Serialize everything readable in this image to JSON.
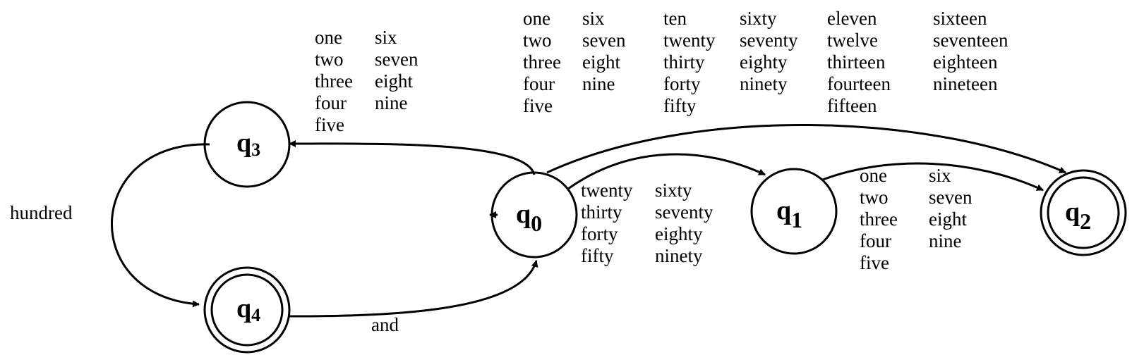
{
  "states": {
    "q0": {
      "name": "q",
      "sub": "0"
    },
    "q1": {
      "name": "q",
      "sub": "1"
    },
    "q2": {
      "name": "q",
      "sub": "2"
    },
    "q3": {
      "name": "q",
      "sub": "3"
    },
    "q4": {
      "name": "q",
      "sub": "4"
    }
  },
  "edges": {
    "q0_q3": {
      "col1": [
        "one",
        "two",
        "three",
        "four",
        "five"
      ],
      "col2": [
        "six",
        "seven",
        "eight",
        "nine"
      ]
    },
    "q3_q4": {
      "label": "hundred"
    },
    "q4_q0": {
      "label": "and"
    },
    "q0_q1": {
      "col1": [
        "twenty",
        "thirty",
        "forty",
        "fifty"
      ],
      "col2": [
        "sixty",
        "seventy",
        "eighty",
        "ninety"
      ]
    },
    "q0_q2": {
      "col1": [
        "one",
        "two",
        "three",
        "four",
        "five"
      ],
      "col2": [
        "six",
        "seven",
        "eight",
        "nine"
      ],
      "col3": [
        "ten",
        "twenty",
        "thirty",
        "forty",
        "fifty"
      ],
      "col4": [
        "sixty",
        "seventy",
        "eighty",
        "ninety"
      ],
      "col5": [
        "eleven",
        "twelve",
        "thirteen",
        "fourteen",
        "fifteen"
      ],
      "col6": [
        "sixteen",
        "seventeen",
        "eighteen",
        "nineteen"
      ]
    },
    "q1_q2": {
      "col1": [
        "one",
        "two",
        "three",
        "four",
        "five"
      ],
      "col2": [
        "six",
        "seven",
        "eight",
        "nine"
      ]
    }
  }
}
